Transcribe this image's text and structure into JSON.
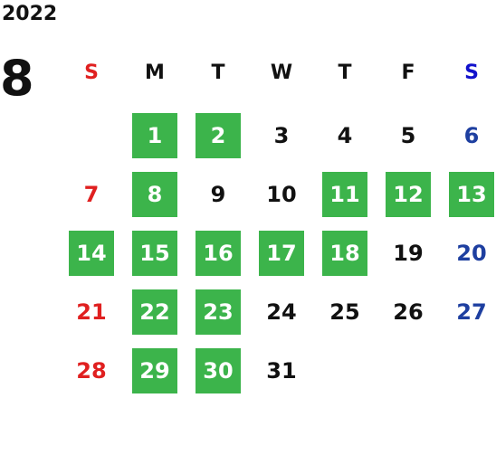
{
  "year": "2022",
  "month": "8",
  "colors": {
    "highlight": "#3cb44b",
    "sunday": "#e02020",
    "saturday": "#1e3fa0",
    "weekday": "#111111",
    "highlight_text": "#ffffff",
    "sunday_header": "#e02020",
    "saturday_header": "#1111cc"
  },
  "weekdays": [
    "S",
    "M",
    "T",
    "W",
    "T",
    "F",
    "S"
  ],
  "first_weekday_index": 1,
  "days": [
    {
      "label": "1",
      "highlighted": true
    },
    {
      "label": "2",
      "highlighted": true
    },
    {
      "label": "3",
      "highlighted": false
    },
    {
      "label": "4",
      "highlighted": false
    },
    {
      "label": "5",
      "highlighted": false
    },
    {
      "label": "6",
      "highlighted": false
    },
    {
      "label": "7",
      "highlighted": false
    },
    {
      "label": "8",
      "highlighted": true
    },
    {
      "label": "9",
      "highlighted": false
    },
    {
      "label": "10",
      "highlighted": false
    },
    {
      "label": "11",
      "highlighted": true
    },
    {
      "label": "12",
      "highlighted": true
    },
    {
      "label": "13",
      "highlighted": true
    },
    {
      "label": "14",
      "highlighted": true
    },
    {
      "label": "15",
      "highlighted": true
    },
    {
      "label": "16",
      "highlighted": true
    },
    {
      "label": "17",
      "highlighted": true
    },
    {
      "label": "18",
      "highlighted": true
    },
    {
      "label": "19",
      "highlighted": false
    },
    {
      "label": "20",
      "highlighted": false
    },
    {
      "label": "21",
      "highlighted": false
    },
    {
      "label": "22",
      "highlighted": true
    },
    {
      "label": "23",
      "highlighted": true
    },
    {
      "label": "24",
      "highlighted": false
    },
    {
      "label": "25",
      "highlighted": false
    },
    {
      "label": "26",
      "highlighted": false
    },
    {
      "label": "27",
      "highlighted": false
    },
    {
      "label": "28",
      "highlighted": false
    },
    {
      "label": "29",
      "highlighted": true
    },
    {
      "label": "30",
      "highlighted": true
    },
    {
      "label": "31",
      "highlighted": false
    }
  ]
}
